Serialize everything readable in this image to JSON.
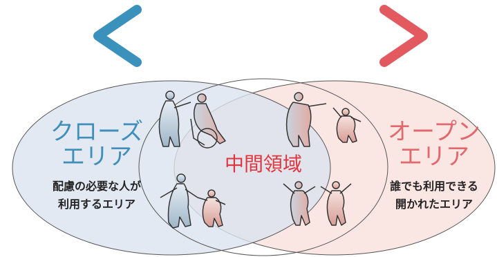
{
  "left_area": {
    "title_line1": "クローズ",
    "title_line2": "エリア",
    "desc_line1": "配慮の必要な人が",
    "desc_line2": "利用するエリア"
  },
  "right_area": {
    "title_line1": "オープン",
    "title_line2": "エリア",
    "desc_line1": "誰でも利用できる",
    "desc_line2": "開かれたエリア"
  },
  "center_label": "中間領域",
  "colors": {
    "arrow_left": "#3a91bc",
    "arrow_right": "#e25960",
    "left_ellipse_fill": "#dbe4ef",
    "right_ellipse_fill": "#fae3df",
    "left_title": "#3f8fb8",
    "right_title": "#e0696e",
    "center_text": "#e0353d"
  },
  "icons": [
    "double-arrow-icon",
    "caregiver-wheelchair-figure-icon",
    "adult-child-figure-icon",
    "adult-child-holding-hands-icon",
    "cheering-people-icon"
  ]
}
